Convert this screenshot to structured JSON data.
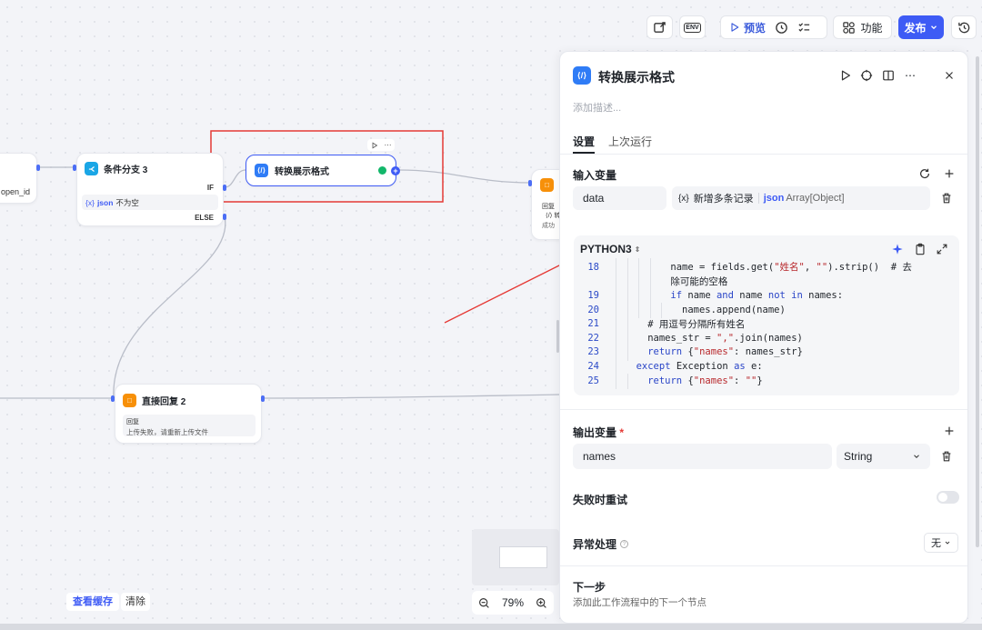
{
  "toolbar": {
    "icon_labels": [
      "edit-icon",
      "env-icon"
    ],
    "preview_label": "预览",
    "features_label": "功能",
    "publish_label": "发布",
    "env_label": "ENV"
  },
  "canvas": {
    "left_node_fragment": "open_id",
    "condition_node": {
      "title": "条件分支 3",
      "condition_tag": "{x}",
      "condition_var": "json",
      "condition_text": "不为空",
      "if_label": "IF",
      "else_label": "ELSE"
    },
    "transform_node": {
      "title": "转换展示格式"
    },
    "right_node": {
      "line1": "回复",
      "line2": "⟨/⟩ 转",
      "line3": "成功"
    },
    "reply_node": {
      "title": "直接回复 2",
      "label": "回复",
      "text": "上传失败，请重新上传文件"
    },
    "view_cache": "查看缓存",
    "clear": "清除",
    "zoom": "79%"
  },
  "panel": {
    "title": "转换展示格式",
    "description_placeholder": "添加描述...",
    "tabs": [
      "设置",
      "上次运行"
    ],
    "input_section": "输入变量",
    "input_name": "data",
    "input_source_tag": "{x}",
    "input_source": "新增多条记录",
    "input_var": "json",
    "input_type": "Array[Object]",
    "language": "PYTHON3",
    "code_lines": [
      {
        "n": "18",
        "indent": 8,
        "parts": [
          [
            "cm",
            "name = fields.get("
          ],
          [
            "str",
            "\"姓名\""
          ],
          [
            "cm",
            ", "
          ],
          [
            "str",
            "\"\""
          ],
          [
            "cm",
            ").strip()  # 去"
          ]
        ]
      },
      {
        "n": "",
        "indent": 8,
        "parts": [
          [
            "cm",
            "除可能的空格"
          ]
        ]
      },
      {
        "n": "19",
        "indent": 8,
        "parts": [
          [
            "kw",
            "if"
          ],
          [
            "cm",
            " name "
          ],
          [
            "kw",
            "and"
          ],
          [
            "cm",
            " name "
          ],
          [
            "kw",
            "not in"
          ],
          [
            "cm",
            " names:"
          ]
        ]
      },
      {
        "n": "20",
        "indent": 10,
        "parts": [
          [
            "cm",
            "names.append(name)"
          ]
        ]
      },
      {
        "n": "21",
        "indent": 4,
        "parts": [
          [
            "cm",
            "# 用逗号分隔所有姓名"
          ]
        ]
      },
      {
        "n": "22",
        "indent": 4,
        "parts": [
          [
            "cm",
            "names_str = "
          ],
          [
            "str",
            "\",\""
          ],
          [
            "cm",
            ".join(names)"
          ]
        ]
      },
      {
        "n": "23",
        "indent": 4,
        "parts": [
          [
            "kw",
            "return"
          ],
          [
            "cm",
            " {"
          ],
          [
            "str",
            "\"names\""
          ],
          [
            "cm",
            ": names_str}"
          ]
        ]
      },
      {
        "n": "24",
        "indent": 2,
        "parts": [
          [
            "kw",
            "except"
          ],
          [
            "cm",
            " Exception "
          ],
          [
            "kw",
            "as"
          ],
          [
            "cm",
            " e:"
          ]
        ]
      },
      {
        "n": "25",
        "indent": 4,
        "parts": [
          [
            "kw",
            "return"
          ],
          [
            "cm",
            " {"
          ],
          [
            "str",
            "\"names\""
          ],
          [
            "cm",
            ": "
          ],
          [
            "str",
            "\"\""
          ],
          [
            "cm",
            "}"
          ]
        ]
      }
    ],
    "output_section": "输出变量",
    "output_required": "*",
    "output_name": "names",
    "output_type": "String",
    "retry_label": "失败时重试",
    "error_label": "异常处理",
    "error_value": "无",
    "next_title": "下一步",
    "next_desc": "添加此工作流程中的下一个节点"
  },
  "colors": {
    "accent": "#3e5bf5",
    "highlight_box": "#e53935",
    "arrow": "#e53935",
    "condition_icon": "#1aa6e6",
    "transform_icon": "#2f7cf6",
    "reply_icon": "#f79009"
  }
}
